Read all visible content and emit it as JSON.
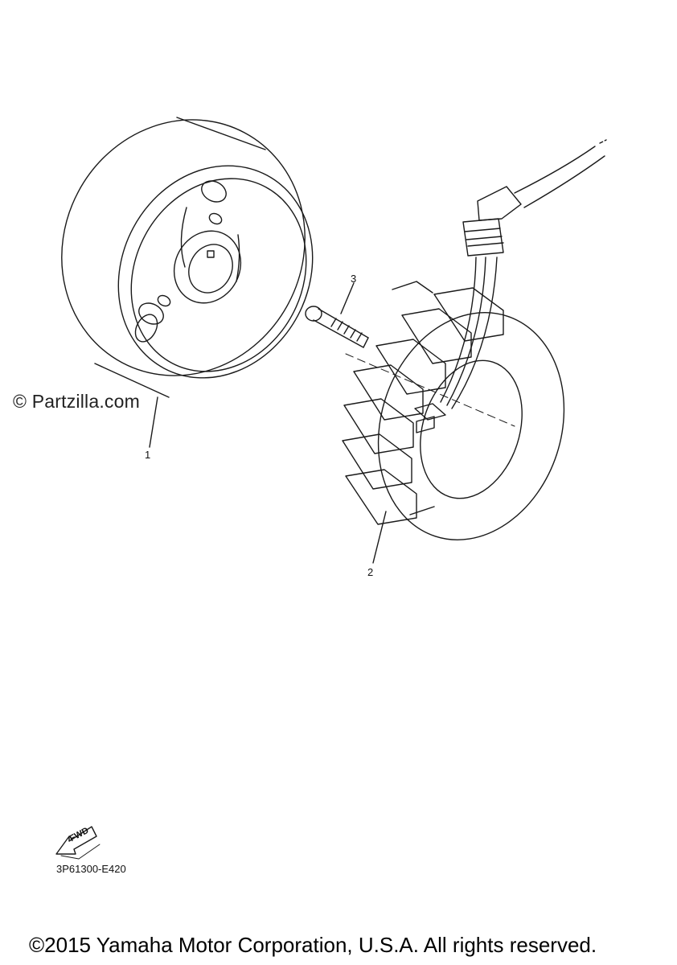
{
  "watermark": "© Partzilla.com",
  "callouts": {
    "c1": "1",
    "c2": "2",
    "c3": "3"
  },
  "fwd_label": "FWD",
  "diagram_code": "3P61300-E420",
  "copyright": "©2015 Yamaha Motor Corporation, U.S.A. All rights reserved."
}
